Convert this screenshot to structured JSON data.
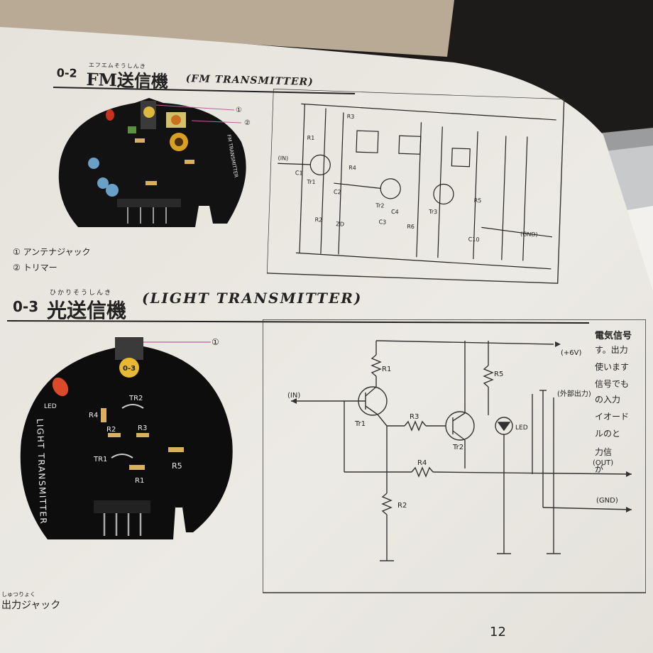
{
  "page": {
    "number": "12"
  },
  "section_fm": {
    "badge": "0-2",
    "title_jp": "FM送信機",
    "title_en": "(FM TRANSMITTER)",
    "ruby": "エフエムそうしんき",
    "legend": [
      "① アンテナジャック",
      "② トリマー"
    ],
    "board_label": "FM TRANSMITTER",
    "schematic_labels": {
      "in": "(IN)",
      "gnd": "(GND)",
      "tr1": "Tr1",
      "tr2": "Tr2",
      "tr3": "Tr3",
      "r1": "R1",
      "r2": "R2",
      "r3": "R3",
      "r4": "R4",
      "r5": "R5",
      "r6": "R6",
      "c1": "C1",
      "c2": "C2",
      "c3": "C3",
      "c4": "C4",
      "c10": "C10",
      "zd": "ZD"
    }
  },
  "section_light": {
    "badge": "0-3",
    "title_jp": "光送信機",
    "title_en": "(LIGHT TRANSMITTER)",
    "ruby": "ひかりそうしんき",
    "board_label": "LIGHT TRANSMITTER",
    "board_badge": "0-3",
    "board_parts": [
      "LED",
      "R4",
      "TR2",
      "R2",
      "R3",
      "TR1",
      "R5",
      "R1"
    ],
    "callout": "①",
    "schematic_labels": {
      "vplus": "(+6V)",
      "in": "(IN)",
      "out": "(OUT)",
      "gnd": "(GND)",
      "ext_out": "(外部出力)",
      "r1": "R1",
      "r2": "R2",
      "r3": "R3",
      "r4": "R4",
      "r5": "R5",
      "tr1": "Tr1",
      "tr2": "Tr2",
      "led": "LED"
    },
    "side_text": [
      "電気信号",
      "す。出力",
      "使います",
      "信号でも",
      "の入力",
      "イオード",
      "ルのと",
      "力信",
      "が"
    ]
  },
  "bottom_caption": "出力ジャック",
  "ruby_bottom": "しゅつりょく",
  "colors": {
    "paper": "#ebe9e2",
    "board": "#111111",
    "ink": "#222222",
    "led": "#d84a2a"
  }
}
